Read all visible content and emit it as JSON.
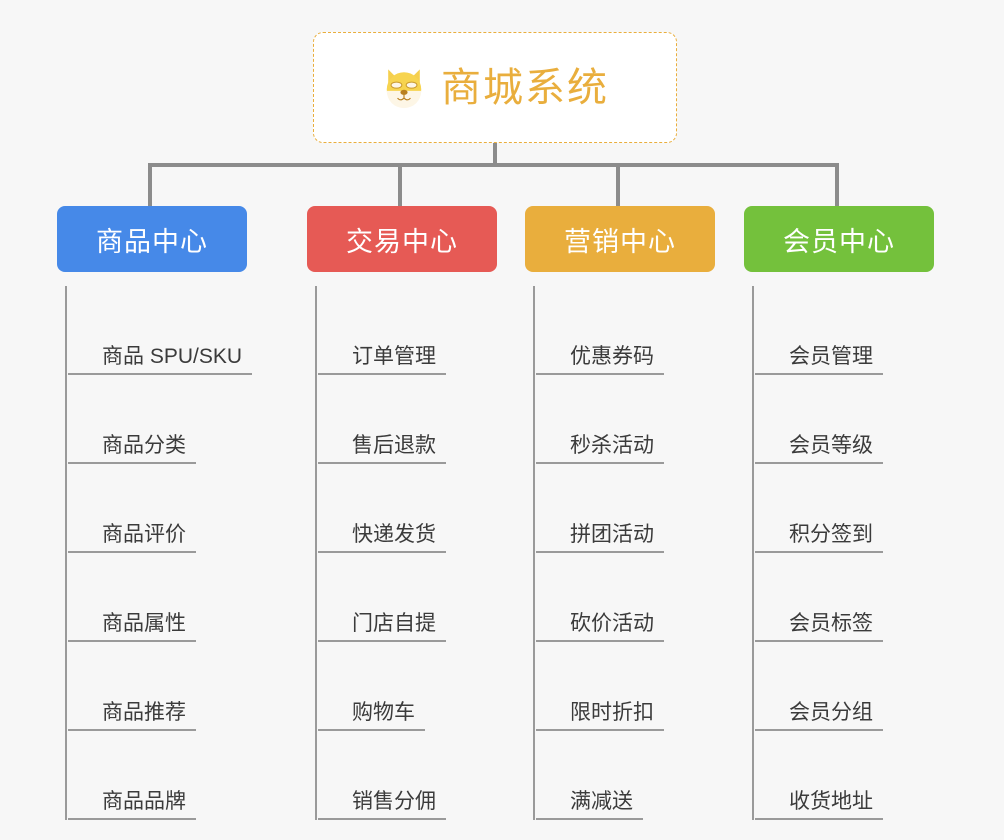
{
  "page": {
    "background_color": "#f7f7f7",
    "type": "mindmap-org-chart"
  },
  "root": {
    "title": "商城系统",
    "icon": "dog-face-icon",
    "text_color": "#e9ae3d",
    "border_color": "#e9ae3d",
    "background_color": "#ffffff"
  },
  "connector": {
    "color": "#8c8c8c"
  },
  "branches": [
    {
      "label": "商品中心",
      "color": "#4689e8",
      "items": [
        "商品 SPU/SKU",
        "商品分类",
        "商品评价",
        "商品属性",
        "商品推荐",
        "商品品牌"
      ]
    },
    {
      "label": "交易中心",
      "color": "#e65a55",
      "items": [
        "订单管理",
        "售后退款",
        "快递发货",
        "门店自提",
        "购物车",
        "销售分佣"
      ]
    },
    {
      "label": "营销中心",
      "color": "#e9ae3d",
      "items": [
        "优惠券码",
        "秒杀活动",
        "拼团活动",
        "砍价活动",
        "限时折扣",
        "满减送"
      ]
    },
    {
      "label": "会员中心",
      "color": "#74c13c",
      "items": [
        "会员管理",
        "会员等级",
        "积分签到",
        "会员标签",
        "会员分组",
        "收货地址"
      ]
    }
  ]
}
